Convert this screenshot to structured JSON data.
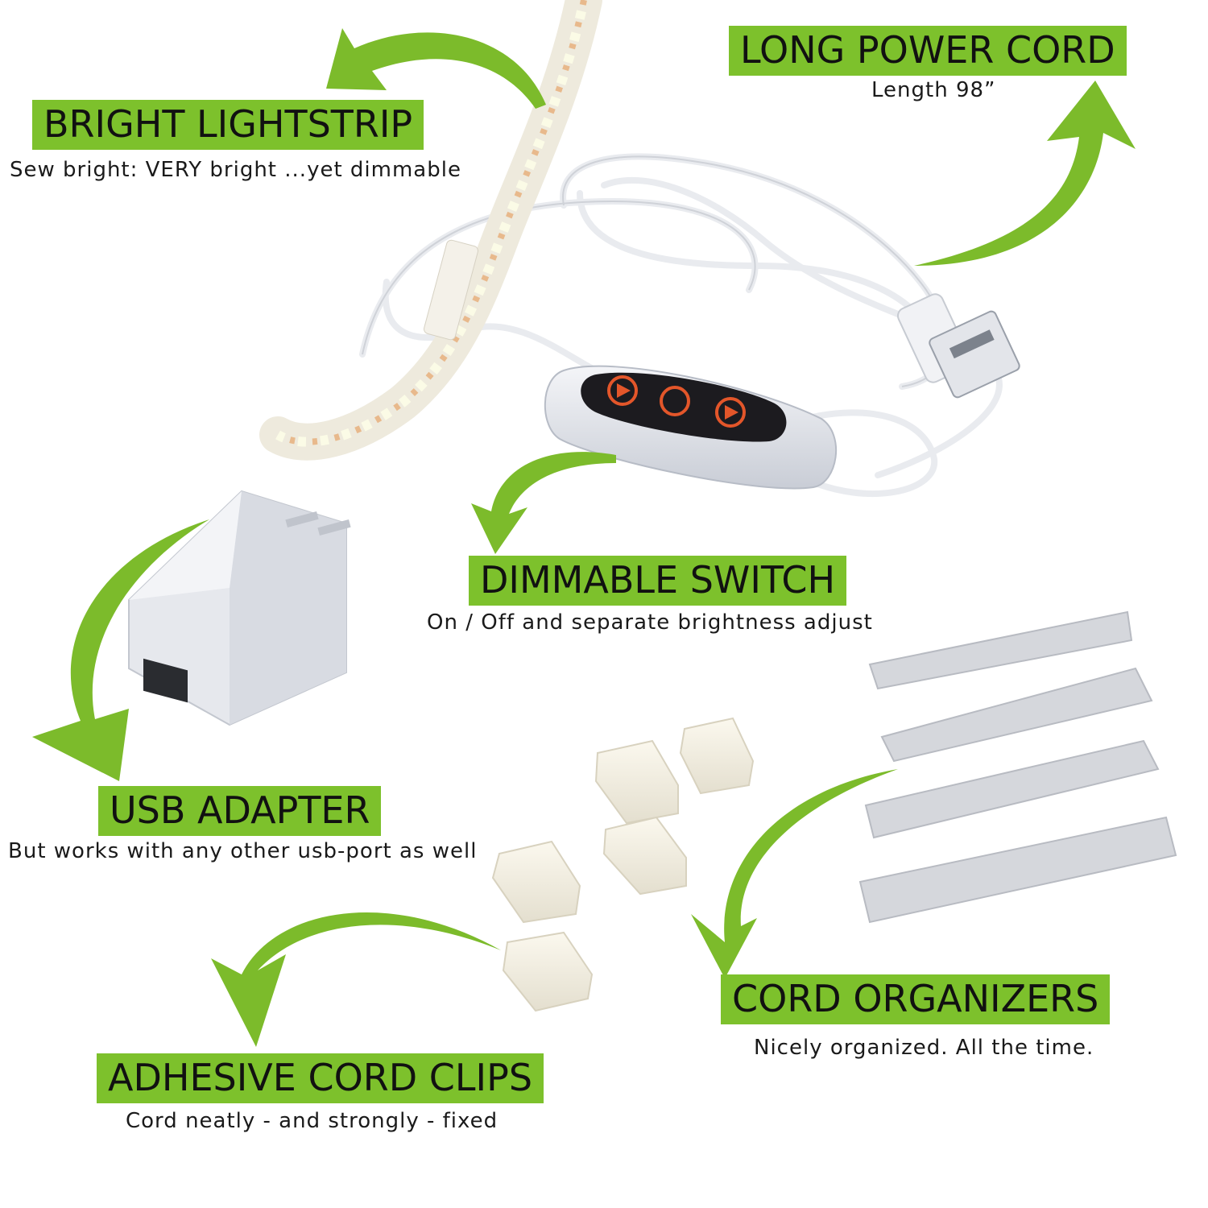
{
  "colors": {
    "accent": "#7dc12c",
    "text": "#111111",
    "background": "#ffffff"
  },
  "features": {
    "lightstrip": {
      "title": "BRIGHT LIGHTSTRIP",
      "subtitle": "Sew bright: VERY bright ...yet dimmable"
    },
    "power_cord": {
      "title": "LONG POWER CORD",
      "subtitle": "Length 98”"
    },
    "switch": {
      "title": "DIMMABLE SWITCH",
      "subtitle": "On / Off and separate brightness adjust"
    },
    "adapter": {
      "title": "USB ADAPTER",
      "subtitle": "But works with any other usb-port as well"
    },
    "organizers": {
      "title": "CORD ORGANIZERS",
      "subtitle": "Nicely organized. All the time."
    },
    "clips": {
      "title": "ADHESIVE CORD CLIPS",
      "subtitle": "Cord neatly - and strongly - fixed"
    }
  },
  "icons": [
    "curved-arrow-icon",
    "led-strip",
    "dimmer-switch",
    "usb-plug",
    "usb-wall-adapter",
    "cord-clip",
    "cord-organizer-strap"
  ]
}
